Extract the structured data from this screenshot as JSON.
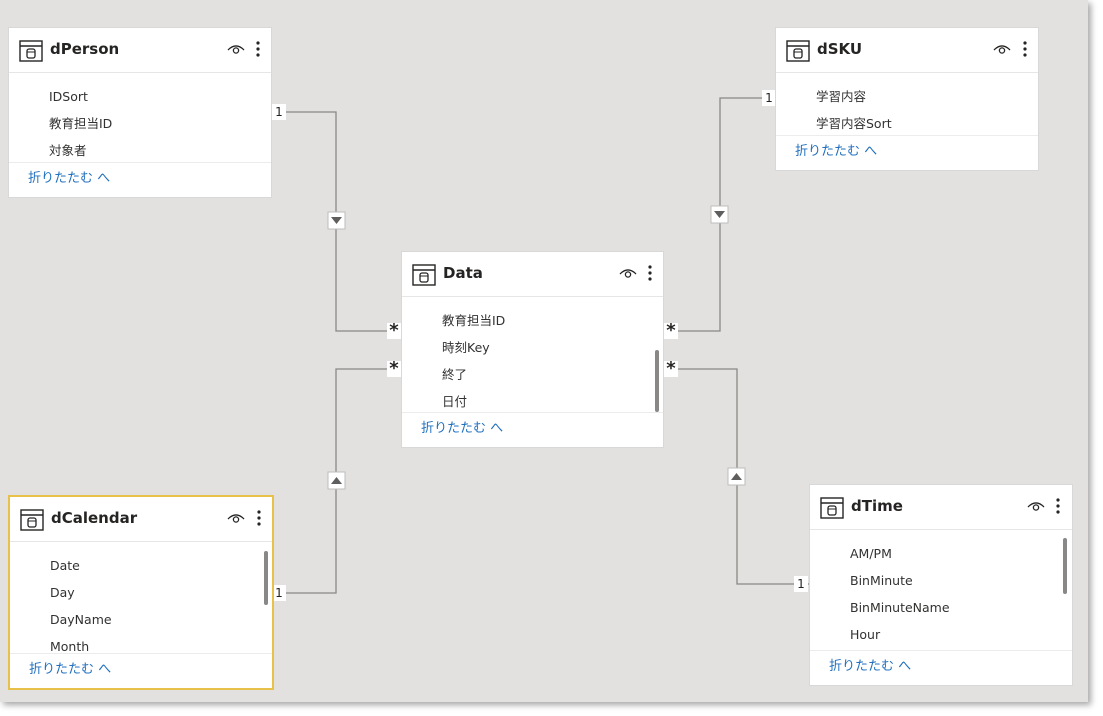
{
  "tables": {
    "dperson": {
      "title": "dPerson",
      "fields": [
        "IDSort",
        "教育担当ID",
        "対象者"
      ],
      "collapse": "折りたたむ へ"
    },
    "dsku": {
      "title": "dSKU",
      "fields": [
        "学習内容",
        "学習内容Sort"
      ],
      "collapse": "折りたたむ へ"
    },
    "data": {
      "title": "Data",
      "fields": [
        "教育担当ID",
        "時刻Key",
        "終了",
        "日付"
      ],
      "collapse": "折りたたむ へ"
    },
    "dcalendar": {
      "title": "dCalendar",
      "fields": [
        "Date",
        "Day",
        "DayName",
        "Month"
      ],
      "collapse": "折りたたむ へ"
    },
    "dtime": {
      "title": "dTime",
      "fields": [
        "AM/PM",
        "BinMinute",
        "BinMinuteName",
        "Hour"
      ],
      "collapse": "折りたたむ へ"
    }
  },
  "relationships": [
    {
      "from": "dPerson",
      "to": "Data",
      "from_card": "1",
      "to_card": "*",
      "direction_icon": "triangle-down-icon"
    },
    {
      "from": "dSKU",
      "to": "Data",
      "from_card": "1",
      "to_card": "*",
      "direction_icon": "triangle-down-icon"
    },
    {
      "from": "dCalendar",
      "to": "Data",
      "from_card": "1",
      "to_card": "*",
      "direction_icon": "triangle-up-icon"
    },
    {
      "from": "dTime",
      "to": "Data",
      "from_card": "1",
      "to_card": "*",
      "direction_icon": "triangle-up-icon"
    }
  ],
  "selected_table": "dCalendar",
  "colors": {
    "canvas": "#e2e1df",
    "selected_border": "#e8c14b",
    "link": "#1f6fbf",
    "line": "#8a8886"
  }
}
